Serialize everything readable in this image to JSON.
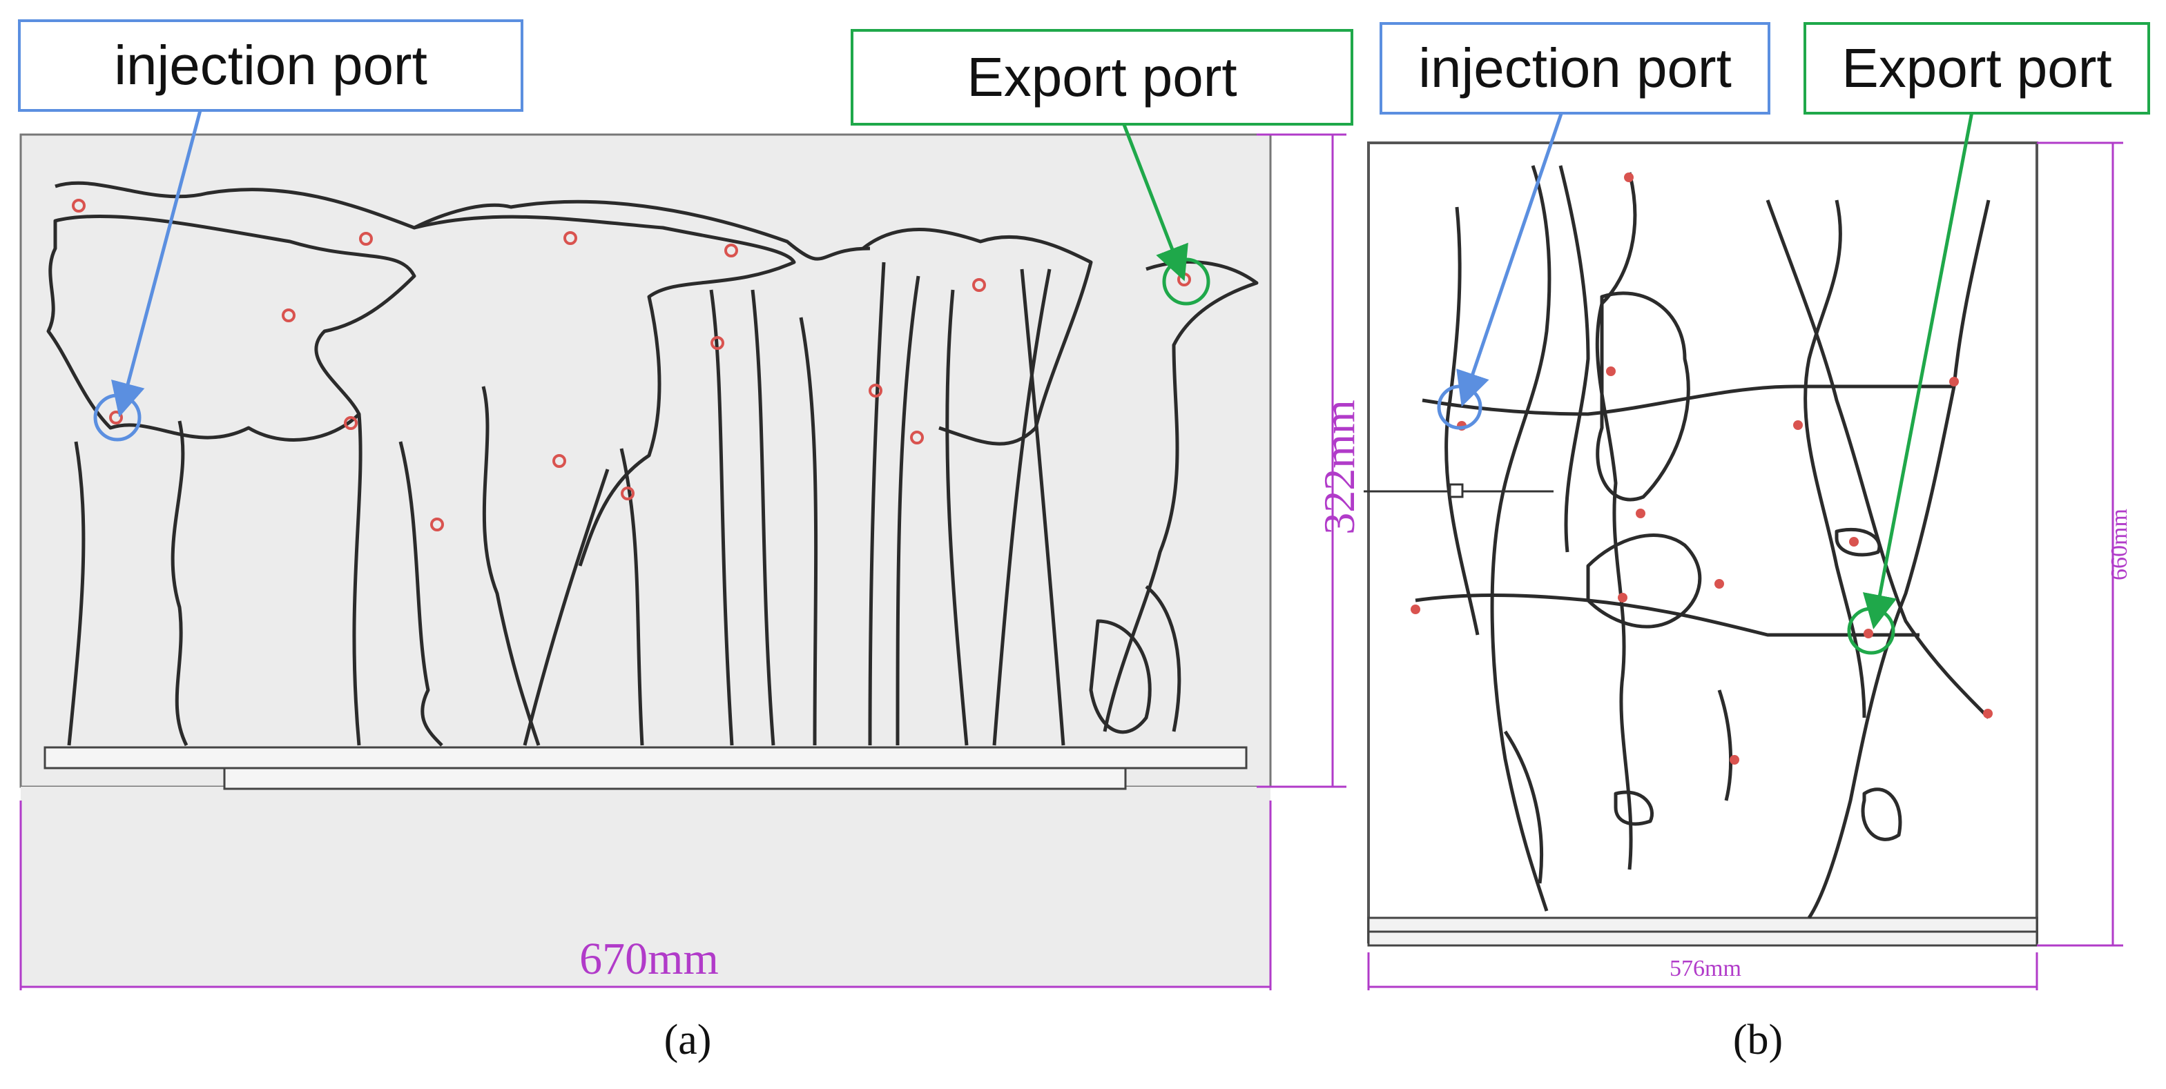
{
  "panel_a": {
    "injection_label": "injection port",
    "export_label": "Export port",
    "height_dimension": "322mm",
    "width_dimension": "670mm",
    "caption": "(a)"
  },
  "panel_b": {
    "injection_label": "injection port",
    "export_label": "Export port",
    "height_dimension": "660mm",
    "width_dimension": "576mm",
    "caption": "(b)"
  },
  "colors": {
    "injection": "#5b8fe0",
    "export": "#1fa84a",
    "dimension": "#b13bc9",
    "sample_point": "#d9534f",
    "fracture_line": "#2b2b2b"
  }
}
